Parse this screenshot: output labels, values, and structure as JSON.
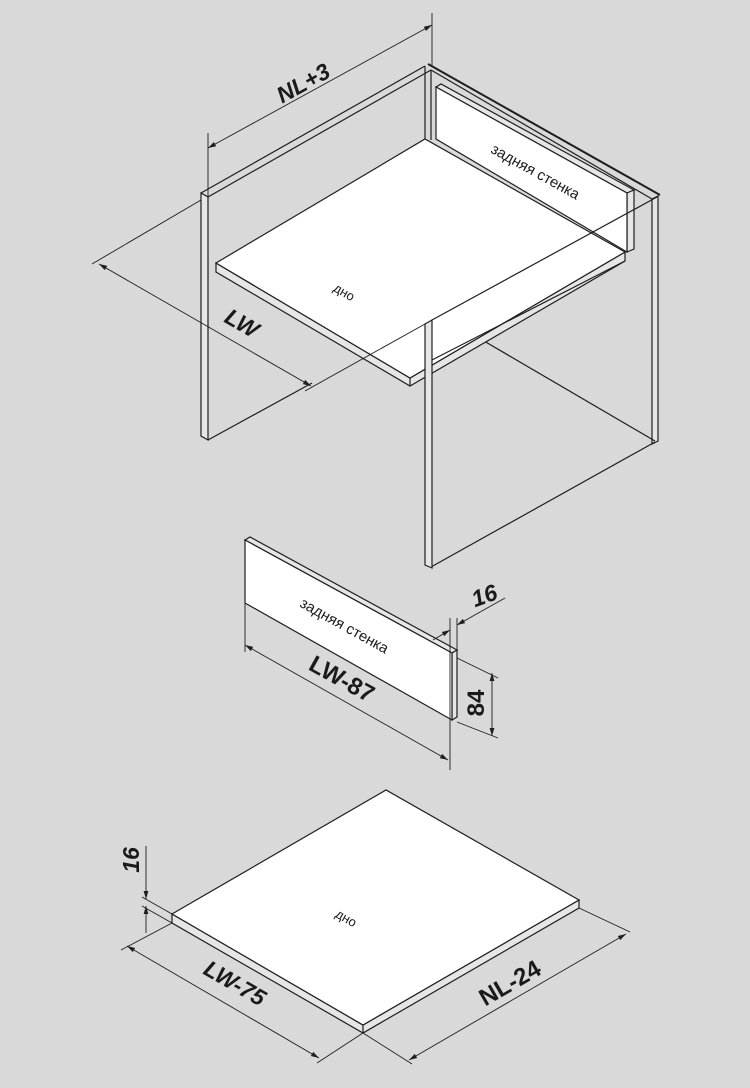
{
  "assembly": {
    "dim_depth": "NL+3",
    "dim_width": "LW",
    "back_wall_label": "задняя стенка",
    "bottom_label": "дно"
  },
  "back_wall_part": {
    "label": "задняя стенка",
    "dim_length": "LW-87",
    "dim_thickness": "16",
    "dim_height": "84"
  },
  "bottom_part": {
    "label": "дно",
    "dim_thickness": "16",
    "dim_width": "LW-75",
    "dim_depth": "NL-24"
  },
  "colors": {
    "background": "#d9d9d9",
    "line": "#1e1e1e",
    "panel": "#ffffff"
  }
}
